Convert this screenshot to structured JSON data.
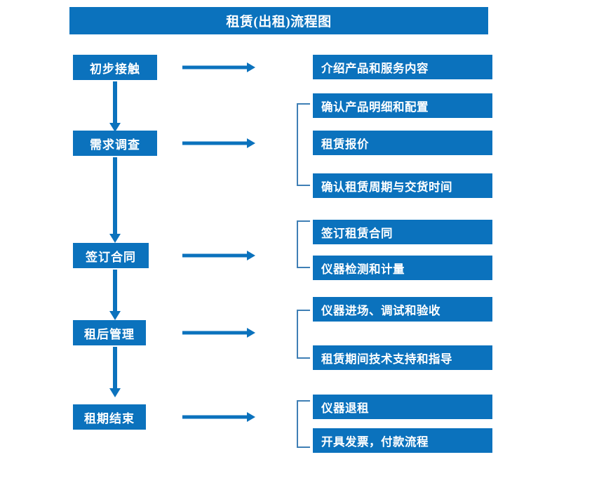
{
  "colors": {
    "box_fill": "#0b72bd",
    "box_text": "#ffffff",
    "arrow": "#0b72bd",
    "bracket": "#3f7fb5",
    "background": "#ffffff"
  },
  "title": {
    "text": "租赁(出租)流程图"
  },
  "chart_data": {
    "type": "flowchart",
    "title": "租赁(出租)流程图",
    "orientation": "vertical-with-detail-branches",
    "stage_count": 5,
    "detail_count": 10
  },
  "stages": [
    {
      "id": "stage-1",
      "label": "初步接触",
      "details": [
        "介绍产品和服务内容"
      ]
    },
    {
      "id": "stage-2",
      "label": "需求调查",
      "details": [
        "确认产品明细和配置",
        "租赁报价",
        "确认租赁周期与交货时间"
      ]
    },
    {
      "id": "stage-3",
      "label": "签订合同",
      "details": [
        "签订租赁合同",
        "仪器检测和计量"
      ]
    },
    {
      "id": "stage-4",
      "label": "租后管理",
      "details": [
        "仪器进场、调试和验收",
        "租赁期间技术支持和指导"
      ]
    },
    {
      "id": "stage-5",
      "label": "租期结束",
      "details": [
        "仪器退租",
        "开具发票，付款流程"
      ]
    }
  ],
  "details": {
    "d1": "介绍产品和服务内容",
    "d2": "确认产品明细和配置",
    "d3": "租赁报价",
    "d4": "确认租赁周期与交货时间",
    "d5": "签订租赁合同",
    "d6": "仪器检测和计量",
    "d7": "仪器进场、调试和验收",
    "d8": "租赁期间技术支持和指导",
    "d9": "仪器退租",
    "d10": "开具发票，付款流程"
  },
  "stage_labels": {
    "s1": "初步接触",
    "s2": "需求调查",
    "s3": "签订合同",
    "s4": "租后管理",
    "s5": "租期结束"
  }
}
